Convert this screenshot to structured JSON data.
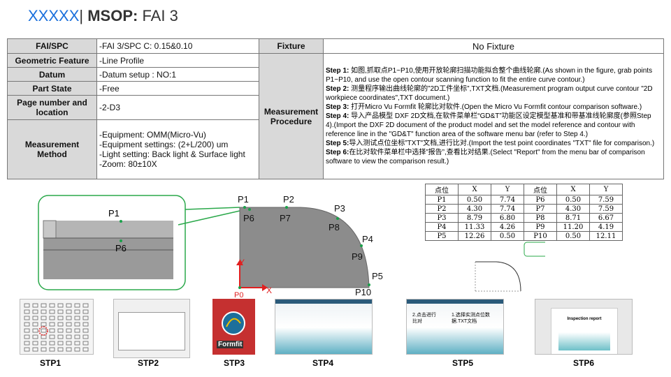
{
  "header": {
    "brand": "XXXXX",
    "sep": "| ",
    "msop": "MSOP:",
    "fai": " FAI 3"
  },
  "table": {
    "fai_spc": {
      "label": "FAI/SPC",
      "value": "-FAI 3/SPC C: 0.15&0.10"
    },
    "fixture": {
      "label": "Fixture",
      "value": "No Fixture"
    },
    "geometric_feature": {
      "label": "Geometric Feature",
      "value": "-Line Profile"
    },
    "datum": {
      "label": "Datum",
      "value": "-Datum setup :  NO:1"
    },
    "part_state": {
      "label": "Part State",
      "value": "-Free"
    },
    "page": {
      "label": "Page number and location",
      "value": "-2-D3"
    },
    "method": {
      "label": "Measurement Method",
      "lines": [
        "-Equipment: OMM(Micro-Vu)",
        "-Equipment settings: (2+L/200) um",
        "-Light setting: Back light & Surface light",
        "-Zoom: 80±10X"
      ]
    },
    "procedure": {
      "label": "Measurement Procedure",
      "steps": [
        {
          "k": "Step 1:",
          "t": " 如图,抓取点P1~P10,使用开放轮廓扫描功能拟合整个曲线轮廓.(As shown in the figure, grab points P1~P10, and use the open contour scanning function to fit the entire curve contour.)"
        },
        {
          "k": "Step 2:",
          "t": " 测量程序输出曲线轮廓的”2D工件坐标”,TXT文档.(Measurement program output curve contour \"2D workpiece coordinates\",TXT document.)"
        },
        {
          "k": "Step 3:",
          "t": " 打开Micro Vu  Formfit 轮廓比对软件.(Open the Micro Vu Formfit contour comparison software.)"
        },
        {
          "k": "Step 4:",
          "t": " 导入产品模型 DXF 2D文档,在软件菜单栏“GD&T”功能区设定模型基准和带基准线轮廓度(参照Step 4).(Import the DXF 2D document of the product model and set the model reference and contour with reference line in the \"GD&T\" function area of the software menu bar (refer to Step 4.)"
        },
        {
          "k": "Step 5:",
          "t": "导入测试点位坐标”TXT\"文档,进行比对.(Import the test point coordinates \"TXT\" file for comparison.)"
        },
        {
          "k": "Step 6:",
          "t": "在比对软件菜单栏中选择”报告”,查看比对结果.(Select \"Report\" from the menu bar of comparison software to view the comparison result.)"
        }
      ]
    }
  },
  "points_table": {
    "headers": [
      "点位",
      "X",
      "Y",
      "点位",
      "X",
      "Y"
    ],
    "rows": [
      [
        "P1",
        "0.50",
        "7.74",
        "P6",
        "0.50",
        "7.59"
      ],
      [
        "P2",
        "4.30",
        "7.74",
        "P7",
        "4.30",
        "7.59"
      ],
      [
        "P3",
        "8.79",
        "6.80",
        "P8",
        "8.71",
        "6.67"
      ],
      [
        "P4",
        "11.33",
        "4.26",
        "P9",
        "11.20",
        "4.19"
      ],
      [
        "P5",
        "12.26",
        "0.50",
        "P10",
        "0.50",
        "12.11"
      ]
    ]
  },
  "diagram": {
    "zoom_labels": [
      "P1",
      "P6"
    ],
    "labels": [
      "P1",
      "P2",
      "P3",
      "P4",
      "P5",
      "P6",
      "P7",
      "P8",
      "P9",
      "P10",
      "P0"
    ],
    "axis_x": "X",
    "axis_y": "Y",
    "point_color": "#1aa04a"
  },
  "steps": {
    "labels": [
      "STP1",
      "STP2",
      "STP3",
      "STP4",
      "STP5",
      "STP6"
    ],
    "stp3_app": "Formfit",
    "stp5_texts": [
      "2.点击进行比对",
      "1.选择实测点位数据.TXT文档"
    ],
    "stp6_title": "Inspection report"
  }
}
